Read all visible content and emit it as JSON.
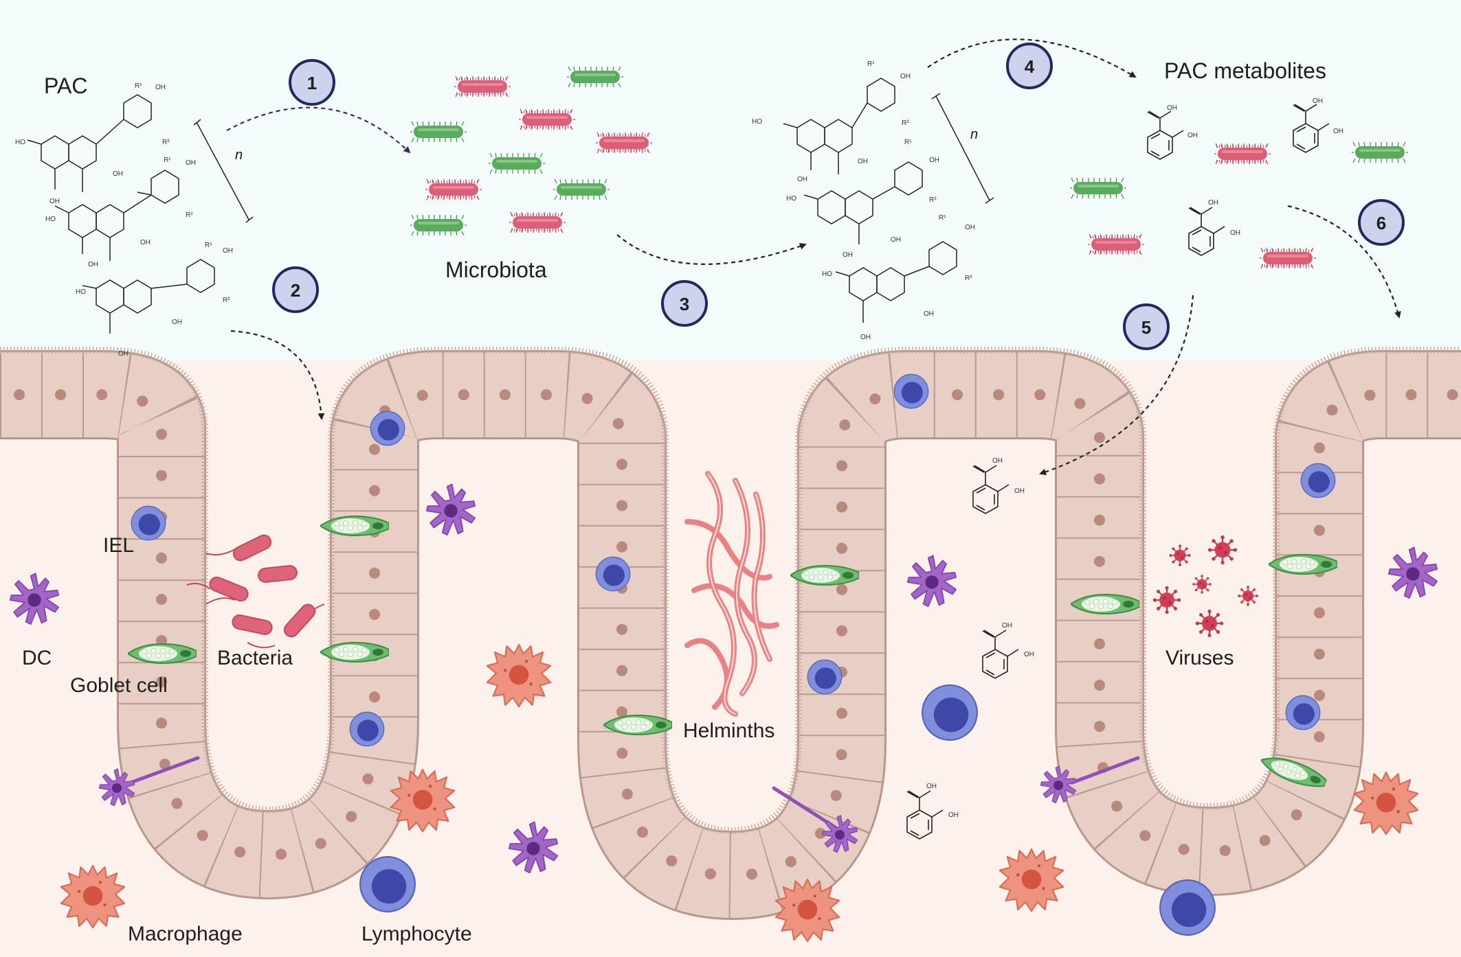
{
  "labels": {
    "pac": "PAC",
    "pac_metabolites": "PAC metabolites",
    "microbiota": "Microbiota",
    "iel": "IEL",
    "dc": "DC",
    "goblet": "Goblet cell",
    "bacteria": "Bacteria",
    "helminths": "Helminths",
    "viruses": "Viruses",
    "macrophage": "Macrophage",
    "lymphocyte": "Lymphocyte",
    "n": "n",
    "oh": "OH",
    "ho": "HO",
    "r1": "R¹",
    "r2": "R²"
  },
  "steps": [
    "1",
    "2",
    "3",
    "4",
    "5",
    "6"
  ],
  "colors": {
    "background": "#f4fbfb",
    "tissue": "#fdf1ec",
    "epithelium": "#e7cdc3",
    "epithelium_border": "#b89a8f",
    "nucleus": "#b9897d",
    "lymphocyte": "#6f80d3",
    "lymphocyte_nucleus": "#3d48a8",
    "dendritic": "#9d62c4",
    "macrophage": "#ec8e7c",
    "goblet": "#7bc67a",
    "bacteria_red": "#db5d76",
    "bacteria_green": "#56a65a",
    "virus": "#c9364c",
    "helminth": "#e98383",
    "step_fill": "#cdd3ec",
    "step_border": "#1f2b5e"
  }
}
